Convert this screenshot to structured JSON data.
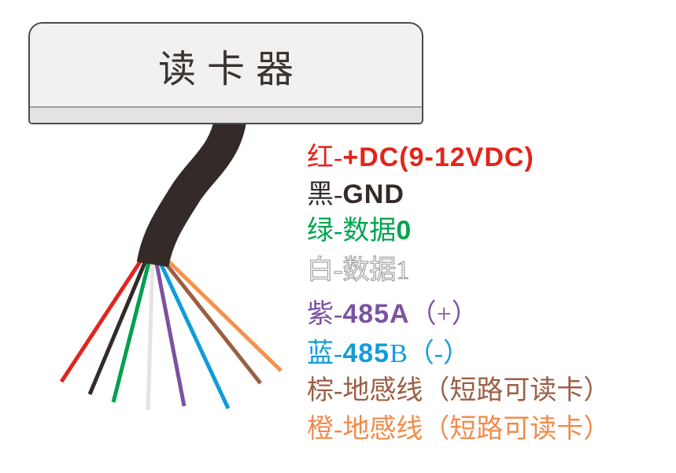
{
  "device": {
    "title": "读卡器"
  },
  "cable": {
    "color": "#342b28"
  },
  "wires": [
    {
      "name": "red",
      "color": "#e1251c"
    },
    {
      "name": "black",
      "color": "#342b28"
    },
    {
      "name": "green",
      "color": "#00a04e"
    },
    {
      "name": "white",
      "color": "#e5e4e3"
    },
    {
      "name": "purple",
      "color": "#7b51a1"
    },
    {
      "name": "blue",
      "color": "#0f9cda"
    },
    {
      "name": "brown",
      "color": "#9a5f41"
    },
    {
      "name": "orange",
      "color": "#f5914b"
    }
  ],
  "labels": [
    {
      "name": "red",
      "color": "#e1251c",
      "serif1": "红-",
      "bold": "+DC(9-12VDC)",
      "serif2": ""
    },
    {
      "name": "black",
      "color": "#342b28",
      "serif1": "黑-",
      "bold": "GND",
      "serif2": ""
    },
    {
      "name": "green",
      "color": "#00a44f",
      "serif1": "绿-数据",
      "bold": "0",
      "serif2": ""
    },
    {
      "name": "white",
      "color": "#ffffff",
      "serif1": "白-数据1",
      "bold": "",
      "serif2": ""
    },
    {
      "name": "purple",
      "color": "#7c52a2",
      "serif1": "紫-",
      "bold": "485A",
      "serif2": "（+）"
    },
    {
      "name": "blue",
      "color": "#149cd9",
      "serif1": "蓝-",
      "bold": "485",
      "serif2": "B（-）"
    },
    {
      "name": "brown",
      "color": "#9c5f45",
      "serif1": "棕-地感线（短路可读卡）",
      "bold": "",
      "serif2": ""
    },
    {
      "name": "orange",
      "color": "#f08c4c",
      "serif1": "橙-地感线（短路可读卡）",
      "bold": "",
      "serif2": ""
    }
  ]
}
